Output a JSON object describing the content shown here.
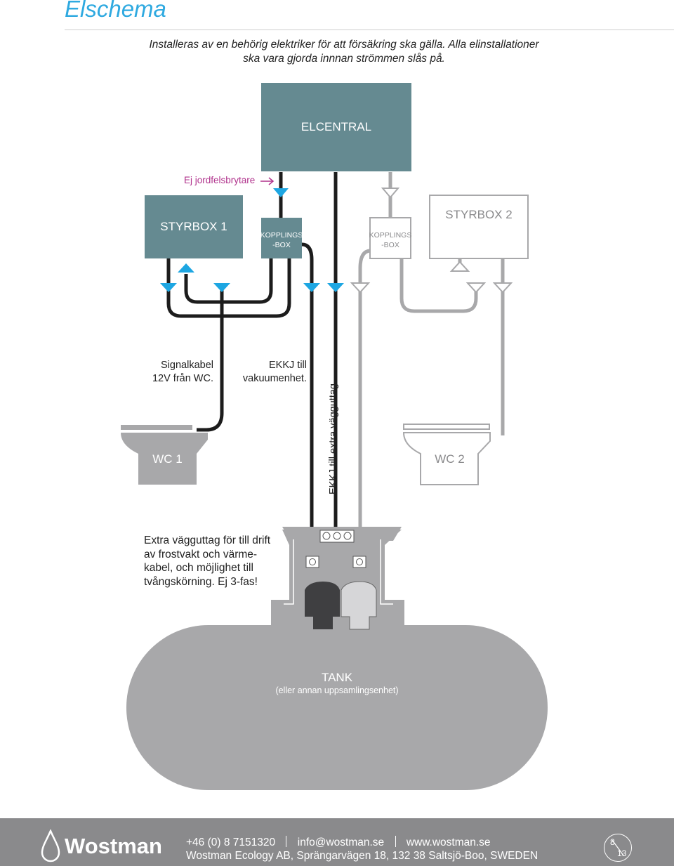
{
  "header": {
    "title": "Elschema",
    "intro_line1": "Installeras av en behörig elektriker för att försäkring ska gälla. Alla elinstallationer",
    "intro_line2": "ska vara gjorda innnan strömmen slås på."
  },
  "diagram": {
    "elcentral": "ELCENTRAL",
    "ej_jordfels": "Ej jordfelsbrytare",
    "styrbox1": "STYRBOX 1",
    "styrbox2": "STYRBOX 2",
    "kopplings_a": "KOPPLINGS",
    "kopplings_b": "-BOX",
    "signal_1": "Signalkabel",
    "signal_2": "12V från WC.",
    "ekkj_1": "EKKJ till",
    "ekkj_2": "vakuumenhet.",
    "ekkj_vertical": "EKKJ till extra vägguttag.",
    "wc1": "WC 1",
    "wc2": "WC 2",
    "extra_1": "Extra vägguttag för till drift",
    "extra_2": "av frostvakt och värme-",
    "extra_3": "kabel, och möjlighet till",
    "extra_4": "tvångskörning. Ej 3-fas!",
    "tank": "TANK",
    "tank_sub": "(eller annan uppsamlingsenhet)"
  },
  "colors": {
    "teal": "#658a91",
    "blue": "#1da6e2",
    "magenta": "#b0328c",
    "grey": "#a8a8aa",
    "black_cable": "#1c1c1c"
  },
  "footer": {
    "brand": "Wostman",
    "phone": "+46 (0) 8 7151320",
    "email": "info@wostman.se",
    "web": "www.wostman.se",
    "address": "Wostman Ecology AB, Sprängarvägen 18, 132 38 Saltsjö-Boo, SWEDEN",
    "page": "8",
    "total": "13"
  }
}
